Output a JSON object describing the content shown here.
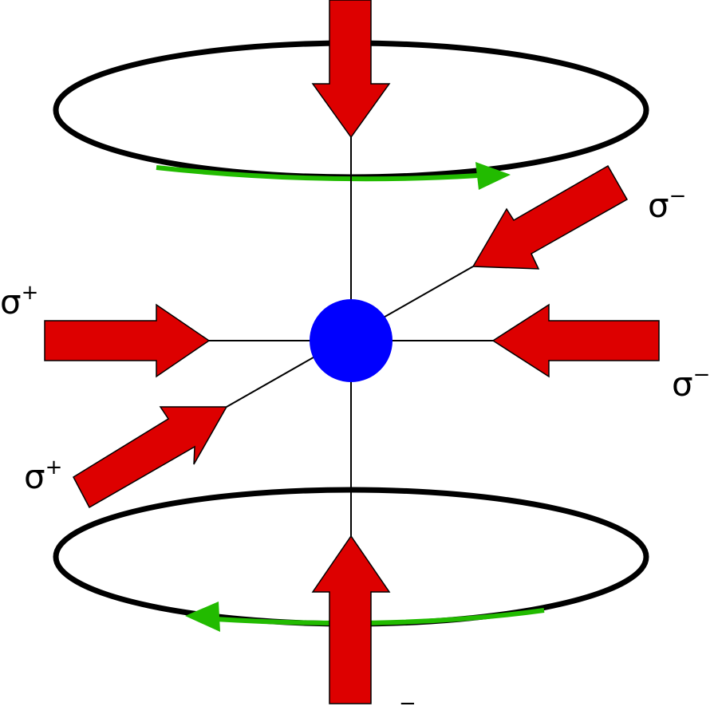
{
  "colors": {
    "beam": "#dd0000",
    "beam_outline": "#000000",
    "atom": "#0000ff",
    "coil": "#000000",
    "current_arrow": "#22bb00",
    "axis_line": "#000000",
    "background": "#ffffff"
  },
  "labels": {
    "upper_right": {
      "base": "σ",
      "sup": "−"
    },
    "right": {
      "base": "σ",
      "sup": "−"
    },
    "left": {
      "base": "σ",
      "sup": "+"
    },
    "lower_left": {
      "base": "σ",
      "sup": "+"
    },
    "bottom": {
      "base": "",
      "sup": "−"
    }
  },
  "icons": {
    "atom": "filled-circle",
    "beams": "block-arrow",
    "coils": "ellipse-ring",
    "current": "triangle-arrowhead"
  }
}
